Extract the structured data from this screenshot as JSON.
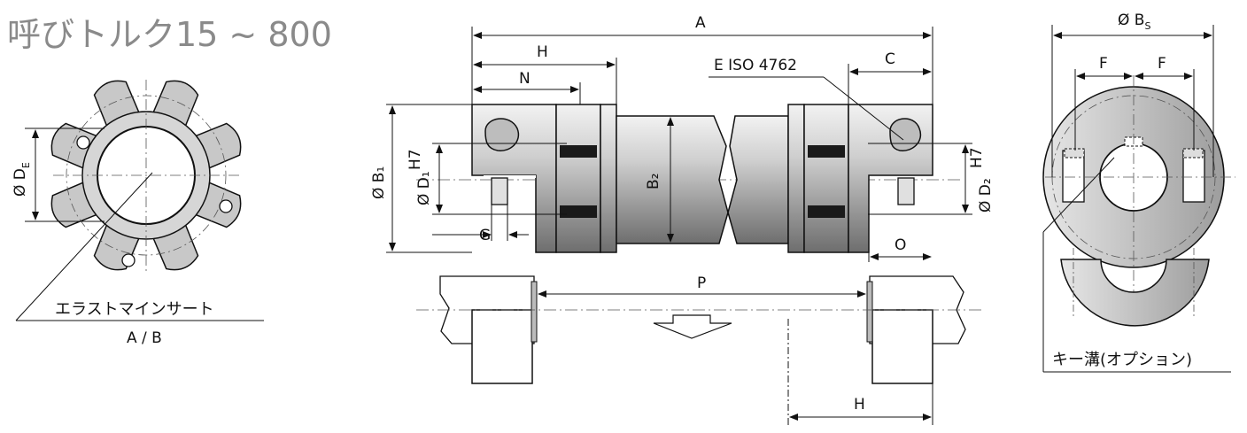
{
  "title": "呼びトルク15 ~ 800",
  "labels": {
    "A": "A",
    "H": "H",
    "N": "N",
    "C": "C",
    "E_screw": "E ISO 4762",
    "dia_B1": "Ø B₁",
    "dia_D1": "Ø D₁",
    "h7": "H7",
    "dia_D2": "Ø D₂",
    "B2": "B₂",
    "G": "G",
    "O": "O",
    "P": "P",
    "H_bottom": "H",
    "dia_BS": "Ø B",
    "sub_S": "S",
    "F_left": "F",
    "F_right": "F",
    "dia_DE": "Ø D",
    "sub_E": "E"
  },
  "captions": {
    "insert": "エラストマインサート",
    "insert_types": "A / B",
    "keyway": "キー溝(オプション)"
  }
}
